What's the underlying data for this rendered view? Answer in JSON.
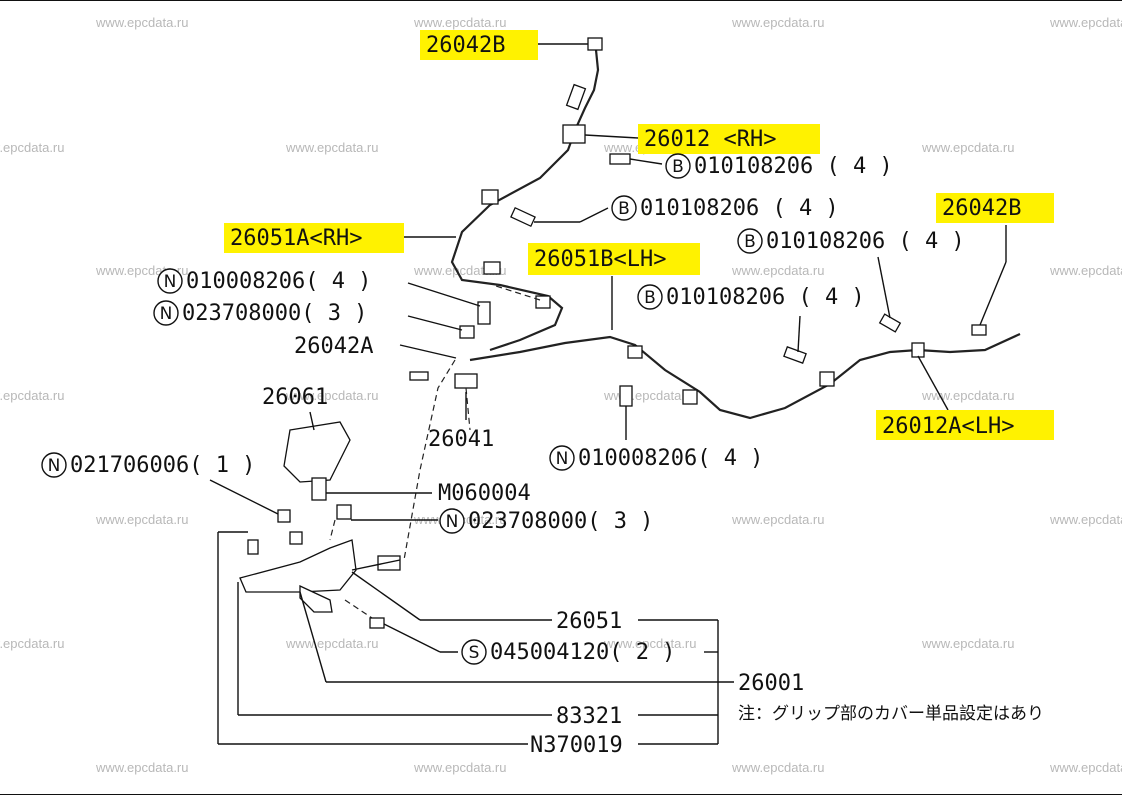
{
  "watermark": "www.epcdata.ru",
  "highlight_color": "#fff200",
  "labels": {
    "p26042B_top": "26042B",
    "p26012_rh": "26012  <RH>",
    "b_010108206_a": "010108206 ( 4  )",
    "b_010108206_b": "010108206 ( 4  )",
    "p26051A_rh": "26051A<RH>",
    "p26042B_right": "26042B",
    "b_010108206_c": "010108206 ( 4  )",
    "p26051B_lh": "26051B<LH>",
    "n_010008206_a": "010008206( 4  )",
    "b_010108206_d": "010108206 ( 4  )",
    "n_023708000_a": "023708000( 3  )",
    "p26042A": "26042A",
    "p26061": "26061",
    "p26041": "26041",
    "p26012A_lh": "26012A<LH>",
    "n_021706006": "021706006( 1  )",
    "n_010008206_b": "010008206( 4  )",
    "m060004": "M060004",
    "n_023708000_b": "023708000( 3  )",
    "p26051": "26051",
    "s_045004120": "045004120( 2  )",
    "p26001": "26001",
    "p83321": "83321",
    "n370019": "N370019",
    "note": "注：グリップ部のカバー単品設定はあり"
  },
  "circle_letters": {
    "b": "B",
    "n": "N",
    "s": "S"
  }
}
